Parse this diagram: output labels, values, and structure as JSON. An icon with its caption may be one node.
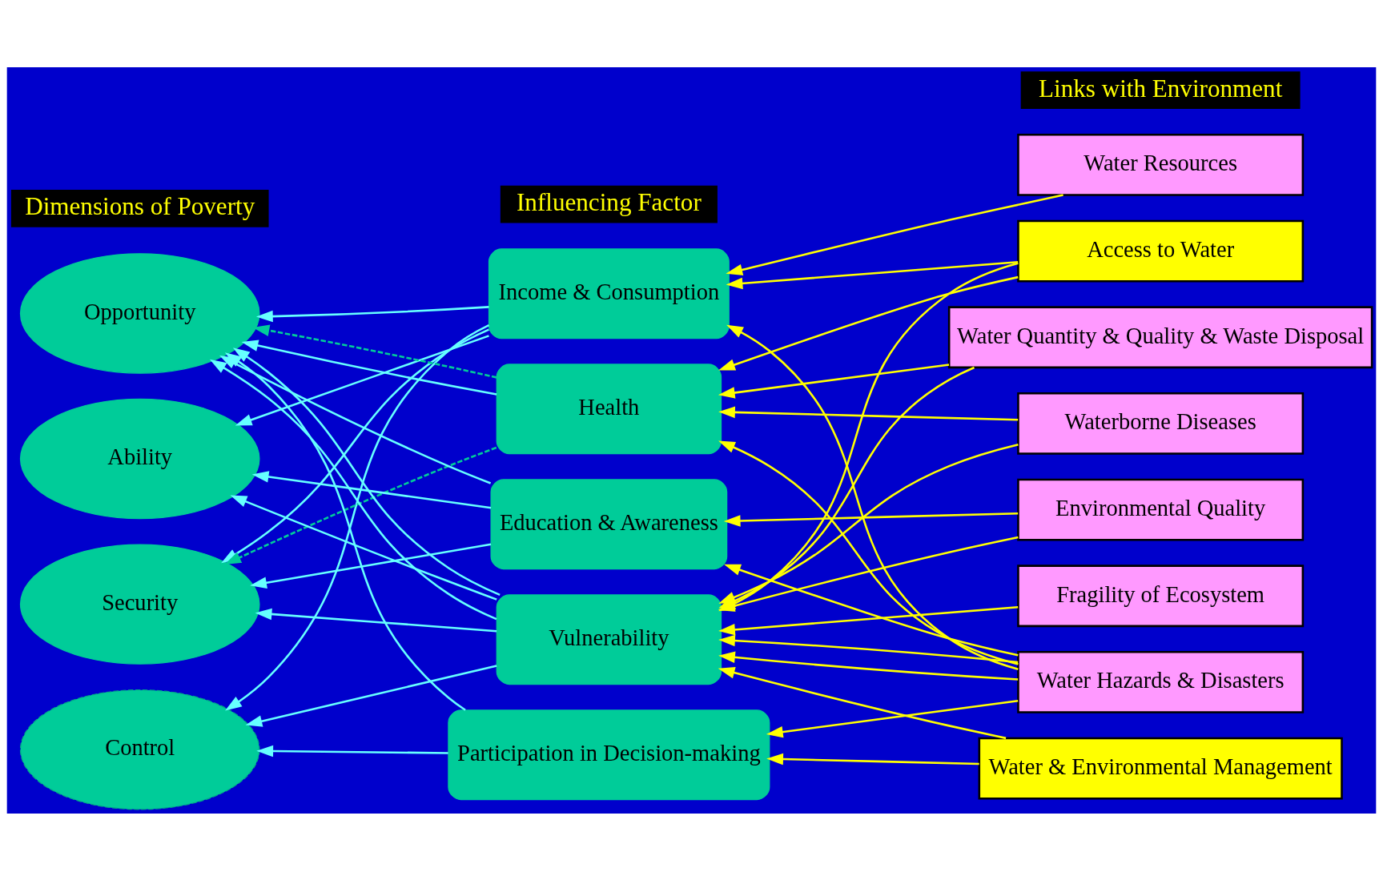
{
  "diagram": {
    "nodes": [
      {
        "text": [
          "Opportunity"
        ]
      },
      {
        "text": [
          "Ability"
        ]
      },
      {
        "text": [
          "Security"
        ]
      },
      {
        "text": [
          "Control"
        ]
      },
      {
        "text": [
          "Income & Consumption"
        ]
      },
      {
        "text": [
          "Health"
        ]
      },
      {
        "text": [
          "Education & Awareness"
        ]
      },
      {
        "text": [
          "Vulnerability"
        ]
      },
      {
        "text": [
          "Participation in Decision-making"
        ]
      },
      {
        "text": [
          "Water Resources"
        ]
      },
      {
        "text": [
          "Access to Water"
        ]
      },
      {
        "text": [
          "Water Quantity & Quality & Waste Disposal"
        ]
      },
      {
        "text": [
          "Waterborne Diseases"
        ]
      },
      {
        "text": [
          "Environmental Quality"
        ]
      },
      {
        "text": [
          "Fragility of Ecosystem"
        ]
      },
      {
        "text": [
          "Water Hazards & Disasters"
        ]
      },
      {
        "text": [
          "Water & Environmental Management"
        ]
      }
    ],
    "edges": [
      {
        "from": 4,
        "to": 0,
        "arrow": "to",
        "color": "#66ffff"
      },
      {
        "from": 4,
        "to": 1,
        "arrow": "to",
        "color": "#66ffff"
      },
      {
        "from": 4,
        "to": 2,
        "arrow": "to",
        "color": "#66ffff"
      },
      {
        "from": 4,
        "to": 3,
        "arrow": "to",
        "color": "#66ffff"
      },
      {
        "from": 5,
        "to": 0,
        "arrow": "to",
        "color": "#66ffff"
      },
      {
        "from": 5,
        "to": 0,
        "arrow": "to",
        "style": "dashed",
        "color": "#00cc99"
      },
      {
        "from": 5,
        "to": 2,
        "arrow": "to",
        "style": "dashed",
        "color": "#00cc99"
      },
      {
        "from": 6,
        "to": 0,
        "arrow": "to",
        "color": "#66ffff"
      },
      {
        "from": 6,
        "to": 1,
        "arrow": "to",
        "color": "#66ffff"
      },
      {
        "from": 6,
        "to": 2,
        "arrow": "to",
        "color": "#66ffff"
      },
      {
        "from": 7,
        "to": 0,
        "arrow": "to",
        "color": "#66ffff"
      },
      {
        "from": 7,
        "to": 0,
        "arrow": "to",
        "color": "#66ffff"
      },
      {
        "from": 7,
        "to": 1,
        "arrow": "to",
        "color": "#66ffff"
      },
      {
        "from": 7,
        "to": 2,
        "arrow": "to",
        "color": "#66ffff"
      },
      {
        "from": 7,
        "to": 3,
        "arrow": "to",
        "color": "#66ffff"
      },
      {
        "from": 8,
        "to": 3,
        "arrow": "to",
        "color": "#66ffff"
      },
      {
        "from": 8,
        "to": 0,
        "arrow": "to",
        "color": "#66ffff"
      },
      {
        "from": 9,
        "to": 4,
        "arrow": "to"
      },
      {
        "from": 10,
        "to": 4,
        "arrow": "to"
      },
      {
        "from": 10,
        "to": 5,
        "arrow": "to"
      },
      {
        "from": 10,
        "to": 7,
        "arrow": "to"
      },
      {
        "from": 11,
        "to": 5,
        "arrow": "to"
      },
      {
        "from": 11,
        "to": 7,
        "arrow": "to"
      },
      {
        "from": 12,
        "to": 5,
        "arrow": "to"
      },
      {
        "from": 12,
        "to": 7,
        "arrow": "to"
      },
      {
        "from": 13,
        "to": 6,
        "arrow": "to"
      },
      {
        "from": 13,
        "to": 7,
        "arrow": "to"
      },
      {
        "from": 14,
        "to": 7,
        "arrow": "to"
      },
      {
        "from": 15,
        "to": 4,
        "arrow": "to"
      },
      {
        "from": 15,
        "to": 5,
        "arrow": "to"
      },
      {
        "from": 15,
        "to": 6,
        "arrow": "to"
      },
      {
        "from": 15,
        "to": 7,
        "arrow": "to"
      },
      {
        "from": 15,
        "to": 7,
        "arrow": "to"
      },
      {
        "from": 15,
        "to": 8,
        "arrow": "to"
      },
      {
        "from": 16,
        "to": 7,
        "arrow": "to"
      },
      {
        "from": 16,
        "to": 8,
        "arrow": "to"
      }
    ],
    "labels": [
      "Links with Environment",
      "Dimensions of Poverty",
      "Influencing Factor"
    ]
  }
}
